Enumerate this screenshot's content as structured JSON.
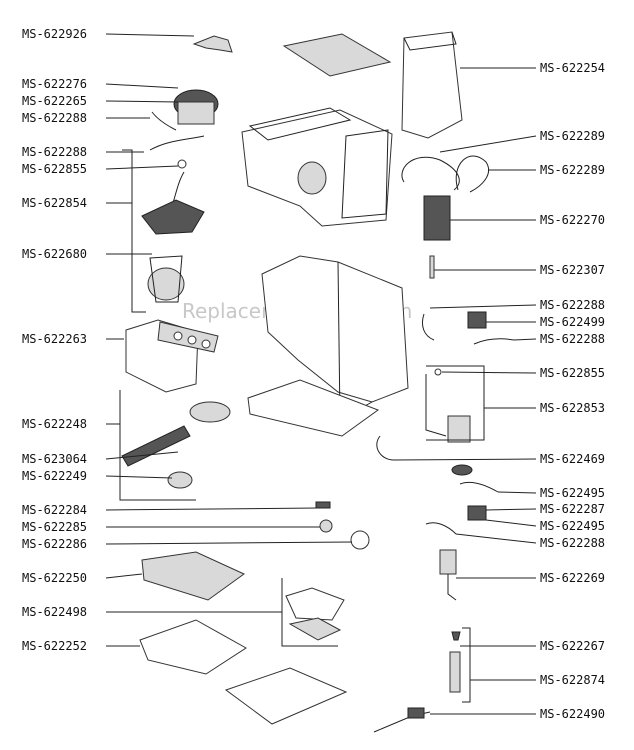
{
  "watermark": "ReplacementParts.com",
  "left_labels": [
    "MS-622926",
    "MS-622276",
    "MS-622265",
    "MS-622288",
    "MS-622288",
    "MS-622855",
    "MS-622854",
    "MS-622680",
    "MS-622263",
    "MS-622248",
    "MS-623064",
    "MS-622249",
    "MS-622284",
    "MS-622285",
    "MS-622286",
    "MS-622250",
    "MS-622498",
    "MS-622252"
  ],
  "right_labels": [
    "MS-622254",
    "MS-622289",
    "MS-622289",
    "MS-622270",
    "MS-622307",
    "MS-622288",
    "MS-622499",
    "MS-622288",
    "MS-622855",
    "MS-622853",
    "MS-622469",
    "MS-622495",
    "MS-622287",
    "MS-622495",
    "MS-622288",
    "MS-622269",
    "MS-622267",
    "MS-622874",
    "MS-622490"
  ]
}
